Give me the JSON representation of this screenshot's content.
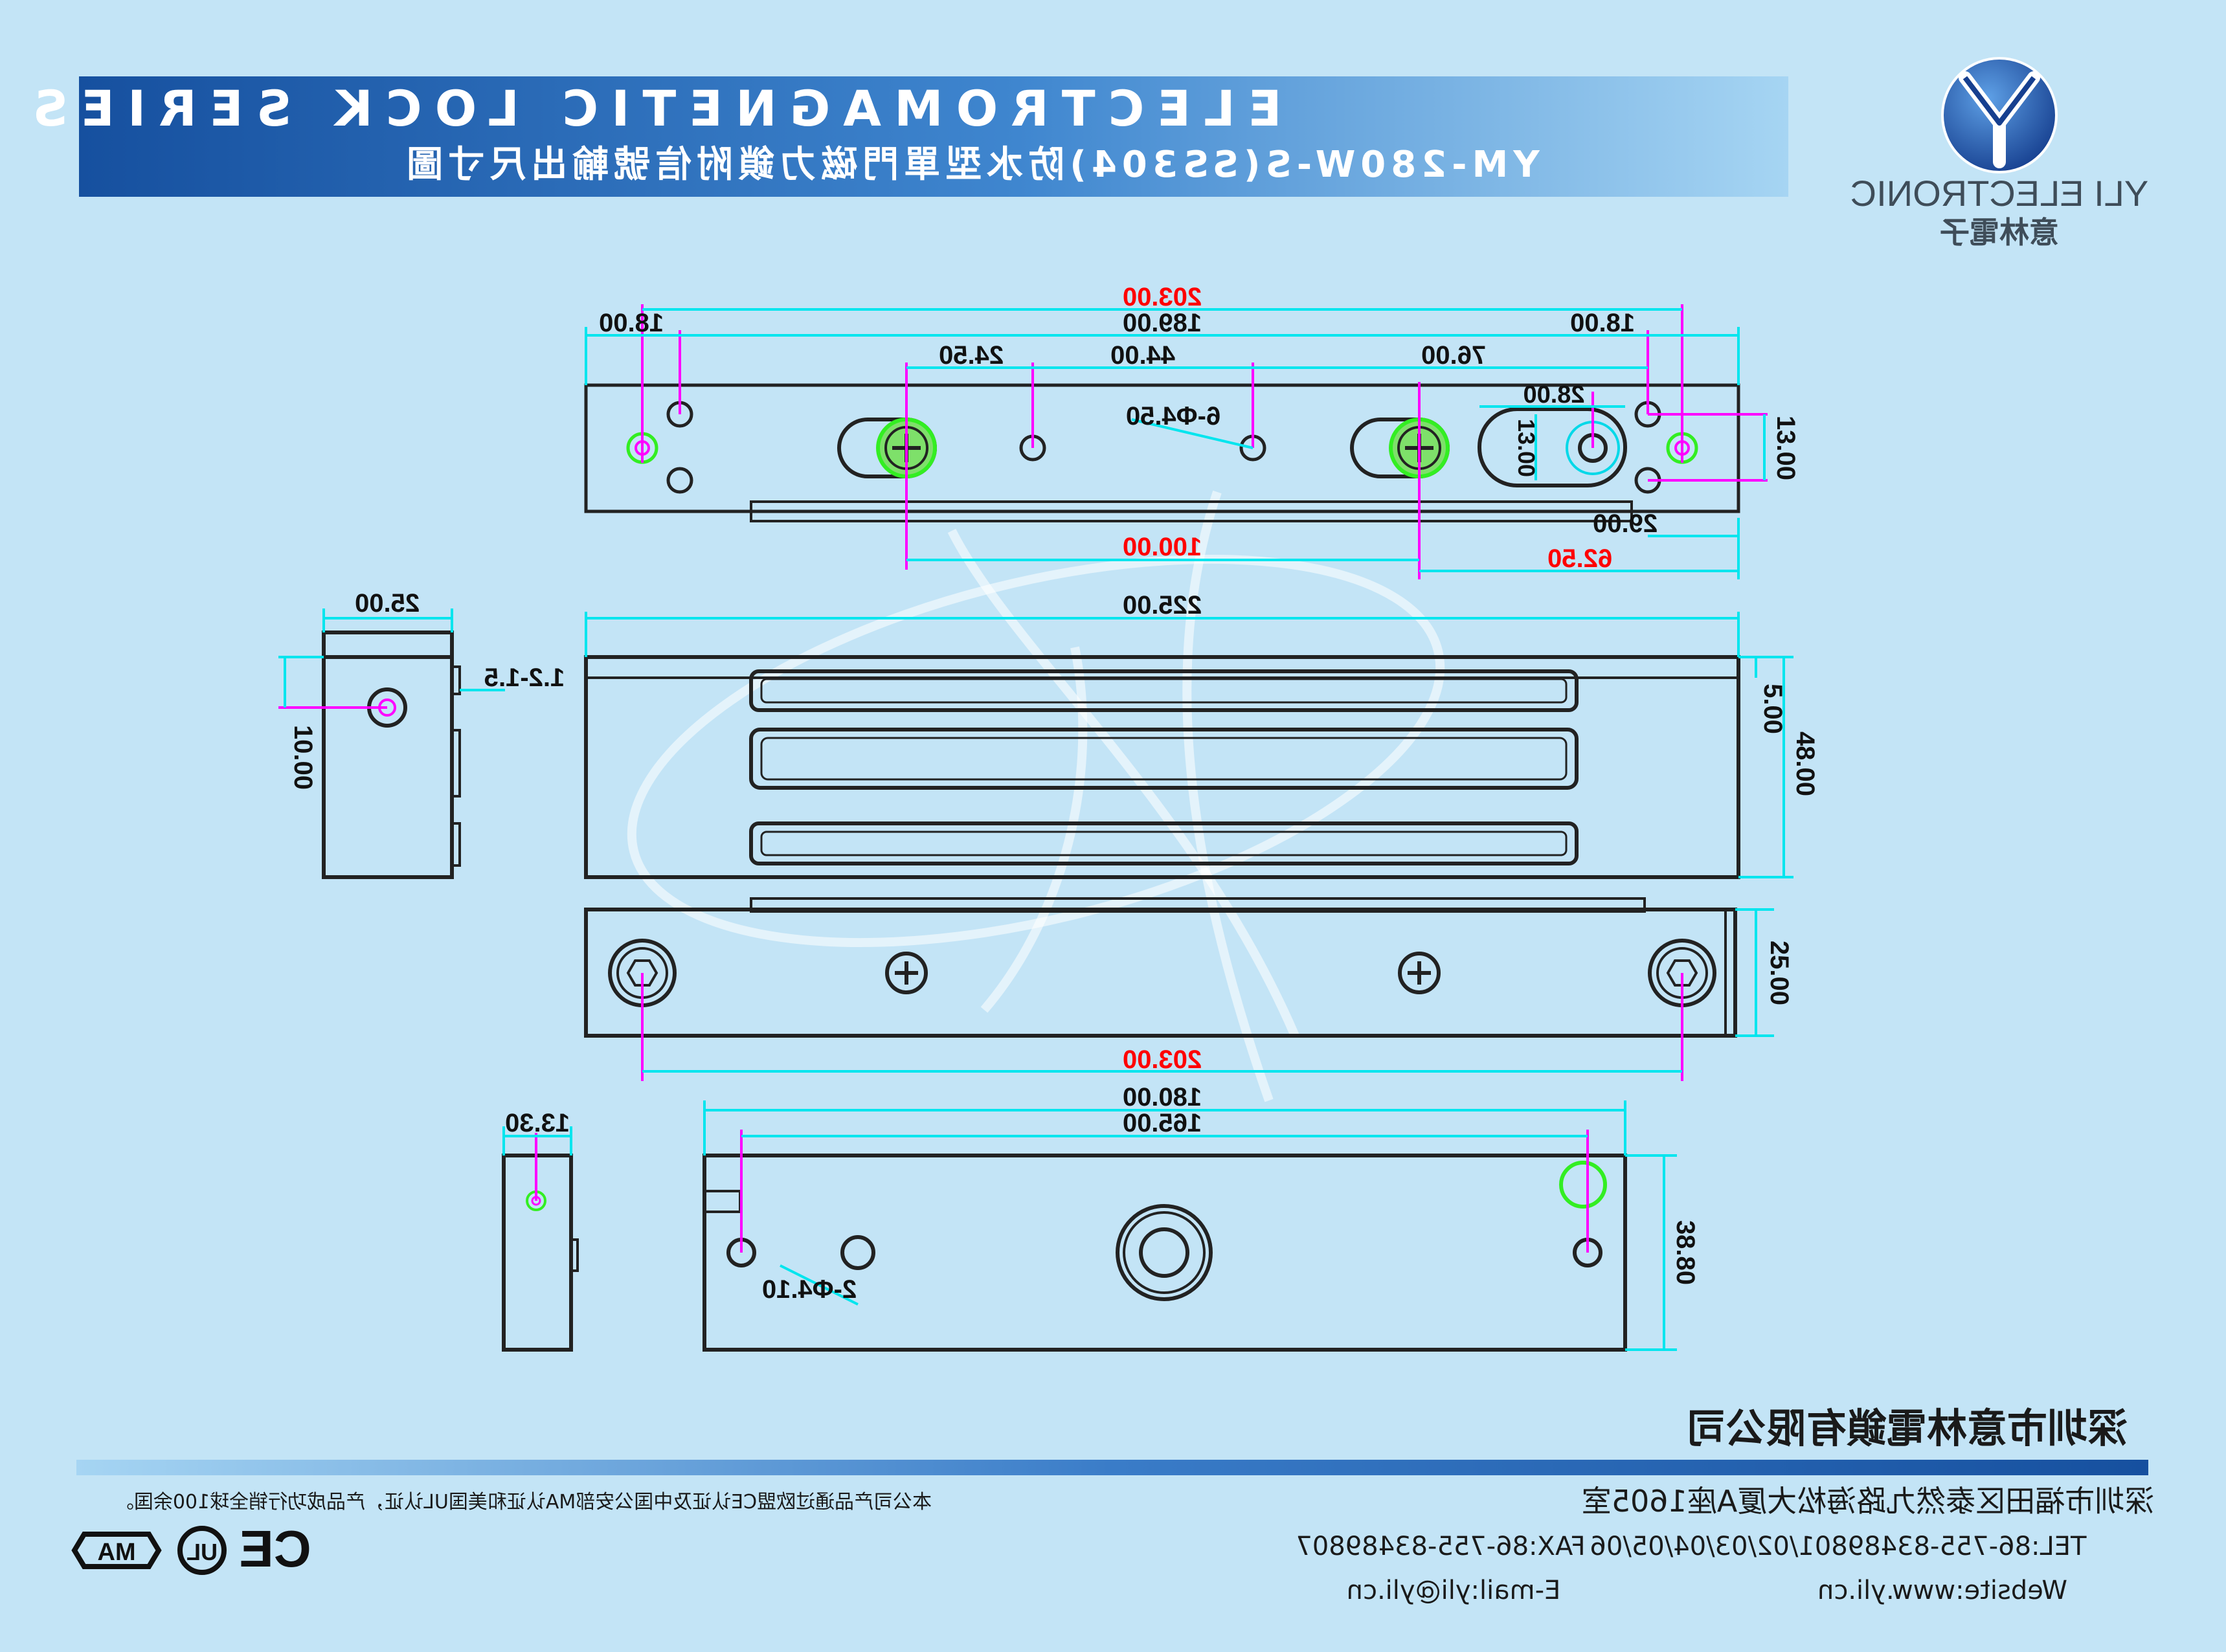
{
  "banner": {
    "title": "ELECTROMAGNETIC LOCK SERIES",
    "subtitle": "YM-280W-S(SS304)防水型單門磁力鎖附信號輸出尺寸圖"
  },
  "brand": {
    "logo_letter": "Y",
    "name_en": "YLI ELECTRONIC",
    "name_cn": "意林電子"
  },
  "top_view": {
    "overall_black": "203.00",
    "span": "189.00",
    "left_offset": "18.00",
    "right_offset": "18.00",
    "hole_gap_a": "24.50",
    "hole_gap_b": "44.00",
    "hole_gap_c": "76.00",
    "boss_width": "28.00",
    "holes_note": "6-Φ4.50",
    "boss_height": "13.00",
    "hole_pitch": "13.00",
    "right_edge": "29.00",
    "bracket_span_red": "100.00",
    "right_span_red": "62.50"
  },
  "front_view": {
    "length": "225.00",
    "edge": "5.00",
    "height": "48.00"
  },
  "side_view": {
    "width": "25.00",
    "gap": "1.2-1.5",
    "hole_height": "10.00"
  },
  "bottom_view": {
    "overall_red": "203.00",
    "height": "25.00"
  },
  "armature": {
    "overall": "180.00",
    "holes_span": "165.00",
    "holes_note": "2-Φ4.10",
    "height": "38.80",
    "thickness": "13.30"
  },
  "footer": {
    "company": "深圳市意林電鎖有限公司",
    "address": "深圳市福田区泰然九路海松大厦A座1605室",
    "certification_note": "本公司产品通过欧盟CE认证及中国公安部MA认证和美国UL认证，产品成功行销全球100余国。",
    "tel": "TEL:86-755-83489801/02/03/04/05/06",
    "fax": "FAX:86-755-83489807",
    "website": "Website:www.yli.cn",
    "email": "E-mail:yli@yli.cn",
    "badges": [
      "MA",
      "UL",
      "CE"
    ]
  },
  "colors": {
    "background": "#c3e4f6",
    "banner_dark": "#16509f",
    "banner_light": "#9fd0f0",
    "dimension_line": "#00e5ee",
    "extension_line": "#ff00ff",
    "red_value": "#ff0000",
    "screw_green": "#33ee22"
  }
}
